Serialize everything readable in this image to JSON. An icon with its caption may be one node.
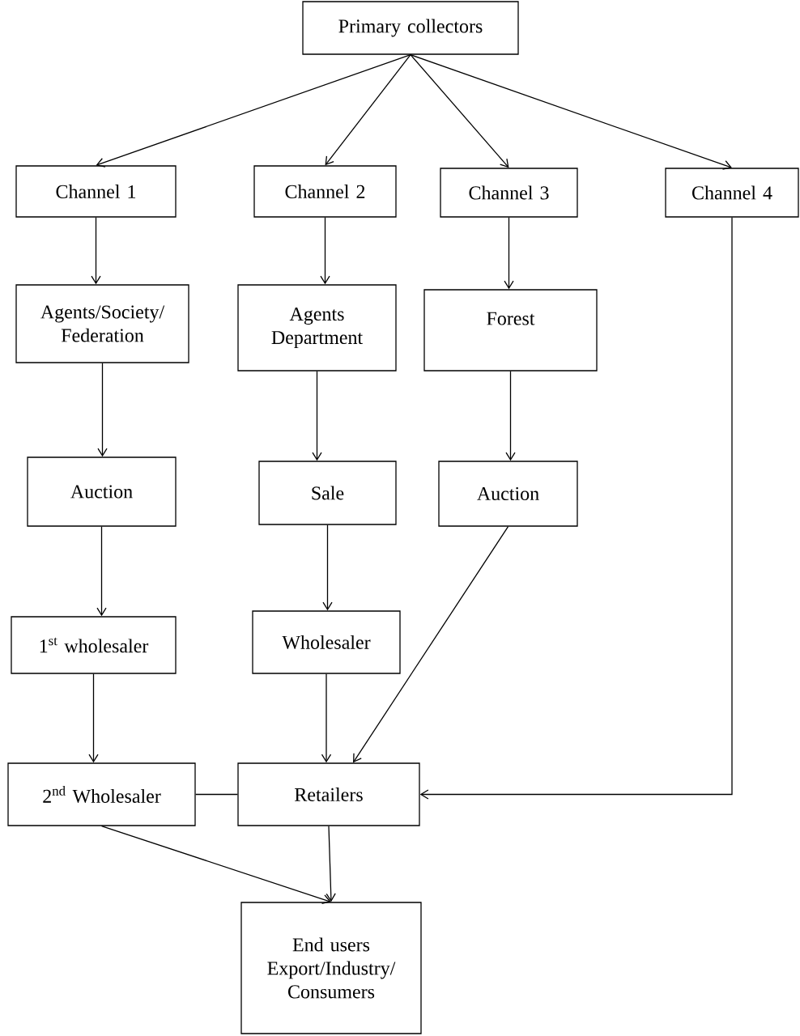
{
  "diagram": {
    "nodes": [
      {
        "text": [
          "Primary collectors"
        ]
      },
      {
        "text": [
          "Channel 1"
        ]
      },
      {
        "text": [
          "Channel 2"
        ]
      },
      {
        "text": [
          "Channel 3"
        ]
      },
      {
        "text": [
          "Channel 4"
        ]
      },
      {
        "text": [
          "Agents/Society/ Federation"
        ]
      },
      {
        "text": [
          "Agents Department"
        ]
      },
      {
        "text": [
          "Forest"
        ]
      },
      {
        "text": [
          "Auction"
        ]
      },
      {
        "text": [
          "Sale"
        ]
      },
      {
        "text": [
          "Auction"
        ]
      },
      {
        "text": [
          "1$^{st}$ wholesaler"
        ]
      },
      {
        "text": [
          "Wholesaler"
        ]
      },
      {
        "text": [
          "2$^{nd}$ Wholesaler"
        ]
      },
      {
        "text": [
          "Retailers"
        ]
      },
      {
        "text": [
          "End users",
          "Export/Industry/ Consumers"
        ]
      }
    ],
    "edges": [
      {
        "from": 0,
        "to": 1,
        "arrow": "to"
      },
      {
        "from": 0,
        "to": 2,
        "arrow": "to"
      },
      {
        "from": 0,
        "to": 3,
        "arrow": "to"
      },
      {
        "from": 0,
        "to": 4,
        "arrow": "to"
      },
      {
        "from": 1,
        "to": 5,
        "arrow": "to"
      },
      {
        "from": 2,
        "to": 6,
        "arrow": "to"
      },
      {
        "from": 3,
        "to": 7,
        "arrow": "to"
      },
      {
        "from": 5,
        "to": 8,
        "arrow": "to"
      },
      {
        "from": 6,
        "to": 9,
        "arrow": "to"
      },
      {
        "from": 7,
        "to": 10,
        "arrow": "to"
      },
      {
        "from": 8,
        "to": 11,
        "arrow": "to"
      },
      {
        "from": 9,
        "to": 12,
        "arrow": "to"
      },
      {
        "from": 11,
        "to": 13,
        "arrow": "to"
      },
      {
        "from": 12,
        "to": 14,
        "arrow": "to"
      },
      {
        "from": 10,
        "to": 14,
        "arrow": "to"
      },
      {
        "from": 4,
        "to": 14,
        "arrow": "to"
      },
      {
        "from": 13,
        "to": 14,
        "arrow": "none"
      },
      {
        "from": 13,
        "to": 15,
        "arrow": "to"
      },
      {
        "from": 14,
        "to": 15,
        "arrow": "to"
      }
    ]
  }
}
